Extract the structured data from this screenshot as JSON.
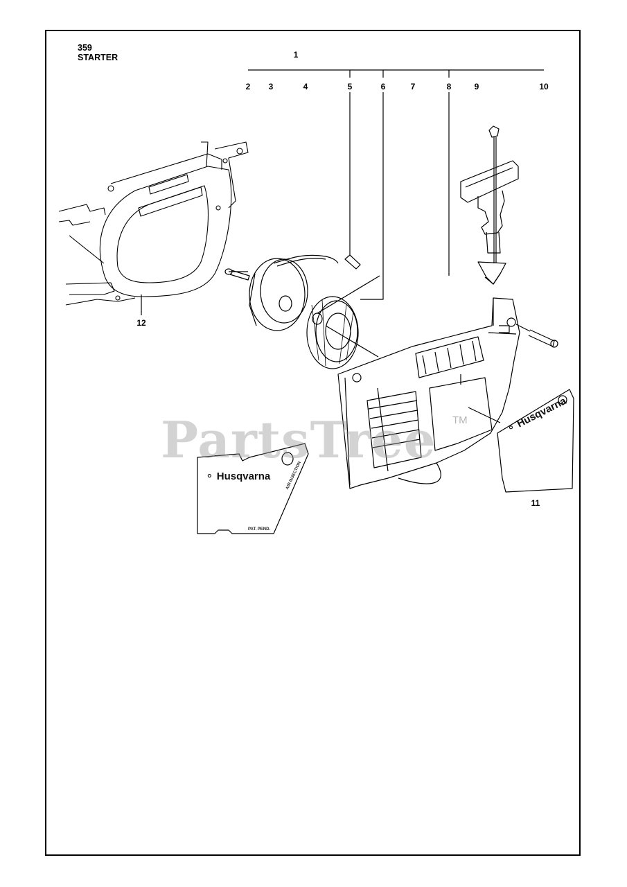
{
  "header": {
    "model": "359",
    "section": "STARTER"
  },
  "callouts": {
    "c1": "1",
    "c2": "2",
    "c3": "3",
    "c4": "4",
    "c5": "5",
    "c6": "6",
    "c7": "7",
    "c8": "8",
    "c9": "9",
    "c10": "10",
    "c11": "11",
    "c12": "12"
  },
  "decals": {
    "brand": "Husqvarna",
    "air_injection": "AIR INJECTION",
    "pat_pend": "PAT. PEND."
  },
  "watermark": {
    "text": "PartsTree",
    "tm": "TM"
  }
}
